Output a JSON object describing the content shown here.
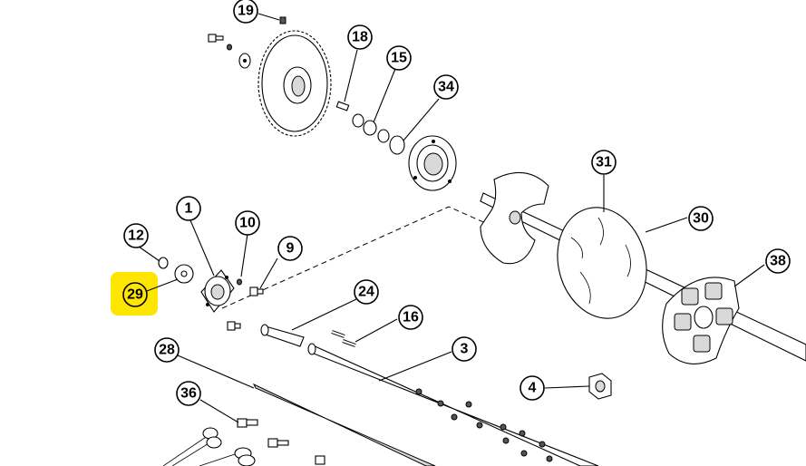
{
  "diagram": {
    "highlight_color": "#FFE600",
    "callouts": [
      {
        "id": "c19",
        "label": "19"
      },
      {
        "id": "c18",
        "label": "18"
      },
      {
        "id": "c15",
        "label": "15"
      },
      {
        "id": "c34",
        "label": "34"
      },
      {
        "id": "c31",
        "label": "31"
      },
      {
        "id": "c30",
        "label": "30"
      },
      {
        "id": "c1",
        "label": "1"
      },
      {
        "id": "c10",
        "label": "10"
      },
      {
        "id": "c12",
        "label": "12"
      },
      {
        "id": "c9",
        "label": "9"
      },
      {
        "id": "c38",
        "label": "38"
      },
      {
        "id": "c29",
        "label": "29",
        "highlighted": true
      },
      {
        "id": "c24",
        "label": "24"
      },
      {
        "id": "c16",
        "label": "16"
      },
      {
        "id": "c28",
        "label": "28"
      },
      {
        "id": "c3",
        "label": "3"
      },
      {
        "id": "c4",
        "label": "4"
      },
      {
        "id": "c36",
        "label": "36"
      }
    ]
  }
}
